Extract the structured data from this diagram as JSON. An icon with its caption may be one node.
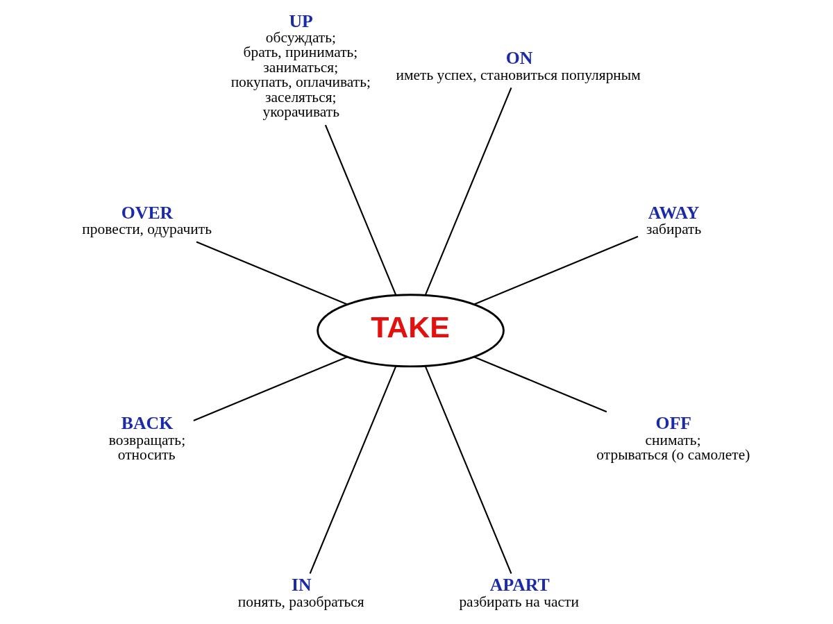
{
  "diagram": {
    "nodes": [
      {
        "text": [
          "TAKE"
        ]
      },
      {
        "text": [
          "AWAY",
          "забирать"
        ]
      },
      {
        "text": [
          "ON",
          "иметь успех, становиться популярным"
        ]
      },
      {
        "text": [
          "UP",
          "обсуждать; брать, принимать; заниматься; покупать, оплачивать; заселяться; укорачивать"
        ]
      },
      {
        "text": [
          "OVER",
          "провести, одурачить"
        ]
      },
      {
        "text": [
          "BACK",
          "возвращать; относить"
        ]
      },
      {
        "text": [
          "IN",
          "понять, разобраться"
        ]
      },
      {
        "text": [
          "APART",
          "разбирать на части"
        ]
      },
      {
        "text": [
          "OFF",
          "снимать; отрываться (о самолете)"
        ]
      }
    ],
    "edges": [
      {
        "from": 0,
        "to": 1,
        "arrow": "none"
      },
      {
        "from": 0,
        "to": 2,
        "arrow": "none"
      },
      {
        "from": 0,
        "to": 3,
        "arrow": "none"
      },
      {
        "from": 0,
        "to": 4,
        "arrow": "none"
      },
      {
        "from": 0,
        "to": 5,
        "arrow": "none"
      },
      {
        "from": 0,
        "to": 6,
        "arrow": "none"
      },
      {
        "from": 0,
        "to": 7,
        "arrow": "none"
      },
      {
        "from": 0,
        "to": 8,
        "arrow": "none"
      }
    ]
  }
}
